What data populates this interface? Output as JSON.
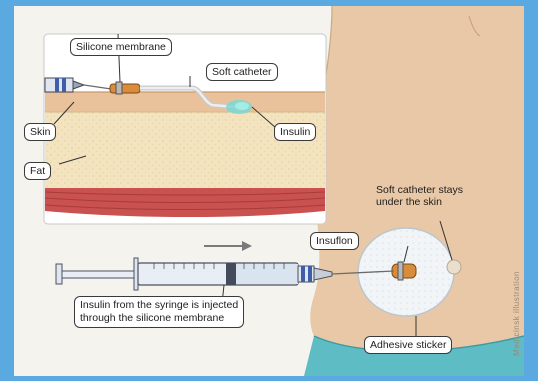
{
  "labels": {
    "silicone_membrane": "Silicone membrane",
    "soft_catheter": "Soft catheter",
    "skin": "Skin",
    "insulin": "Insulin",
    "fat": "Fat",
    "stays_line1": "Soft catheter stays",
    "stays_line2": "under the skin",
    "insuflon": "Insuflon",
    "injection_line1": "Insulin from the syringe is injected",
    "injection_line2": "through the silicone membrane",
    "adhesive_sticker": "Adhesive sticker"
  },
  "credit": "Medicinsk illustration",
  "colors": {
    "background": "#5aa9e0",
    "skin_tone": "#e8c8a6",
    "fat": "#f3e4bf",
    "muscle": "#c9514f",
    "insulin": "#7ad8d2",
    "sticker": "#f2f5f7",
    "port": "#d98c3c",
    "syringe": "#dfe6ef",
    "needle_hub": "#3e5fa8"
  }
}
